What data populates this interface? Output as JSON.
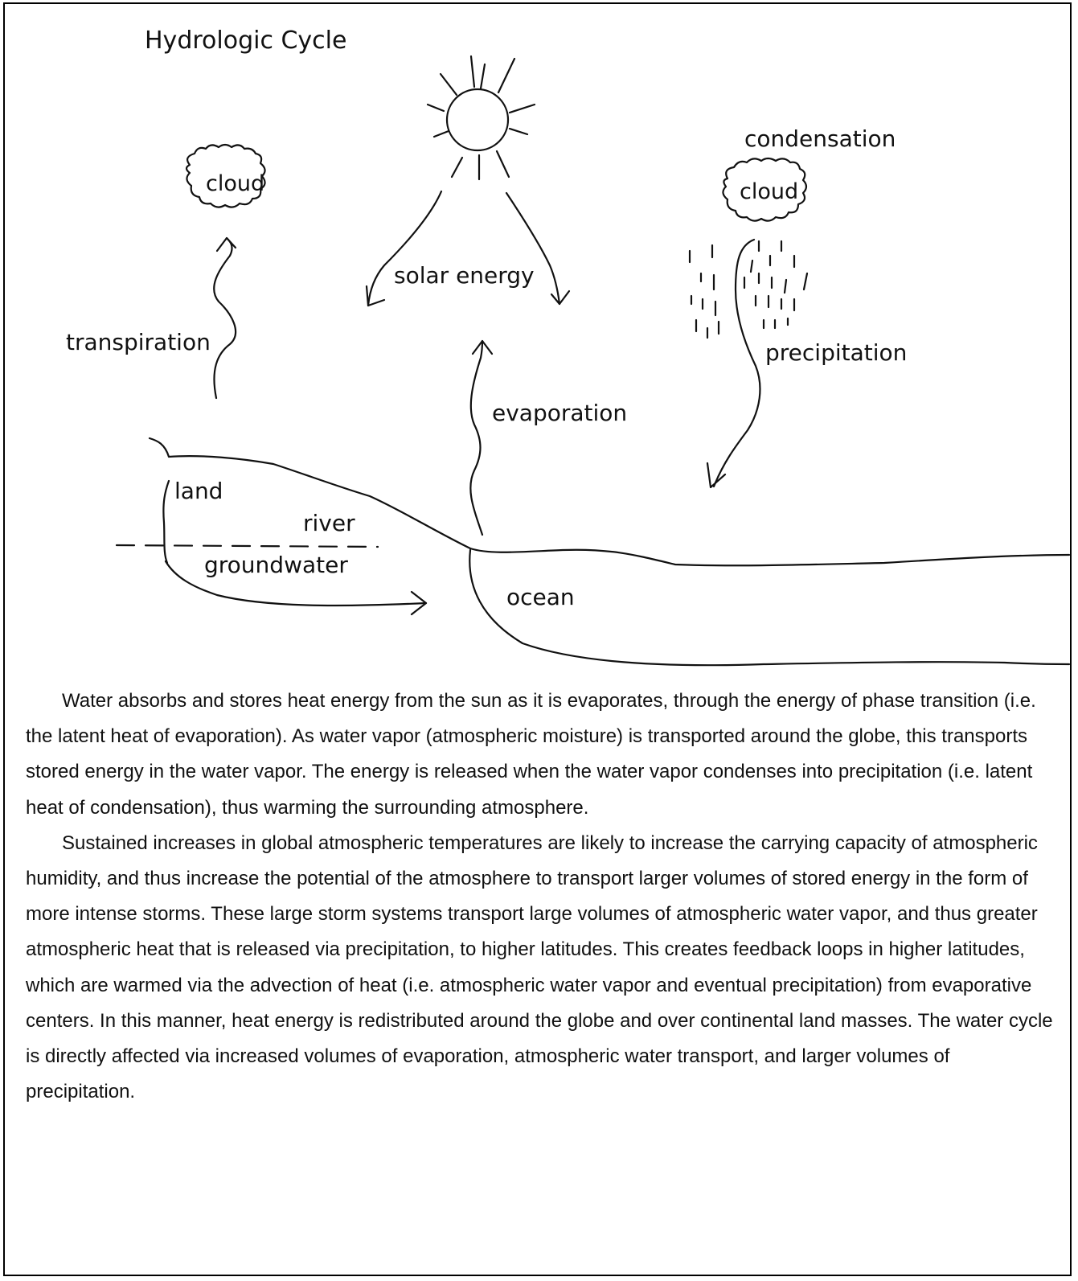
{
  "diagram": {
    "title": "Hydrologic Cycle",
    "labels": {
      "cloud_left": "cloud",
      "cloud_right": "cloud",
      "condensation": "condensation",
      "solar_energy": "solar energy",
      "transpiration": "transpiration",
      "precipitation": "precipitation",
      "evaporation": "evaporation",
      "land": "land",
      "river": "river",
      "groundwater": "groundwater",
      "ocean": "ocean"
    }
  },
  "text": {
    "paragraphs": [
      "Water absorbs and stores heat energy from the sun as it is evaporates, through the energy of phase transition (i.e. the latent heat of evaporation). As water vapor (atmospheric moisture) is transported around the globe, this transports stored energy in the water vapor.  The energy is released when the water vapor condenses into precipitation (i.e. latent heat of condensation), thus warming the surrounding atmosphere.",
      "Sustained increases in global atmospheric temperatures are likely to increase the carrying capacity of atmospheric humidity, and thus increase the potential of the atmosphere to transport larger volumes of stored energy in the form of more intense storms. These large storm systems transport large volumes of atmospheric water vapor, and thus greater atmospheric heat that is released via precipitation, to higher latitudes. This creates feedback loops in higher latitudes, which are warmed via the advection of heat (i.e. atmospheric water vapor and eventual precipitation) from evaporative centers. In this manner, heat energy is redistributed around the globe and over continental land masses. The water cycle is directly affected via increased volumes of evaporation, atmospheric water transport, and larger volumes of precipitation."
    ]
  }
}
